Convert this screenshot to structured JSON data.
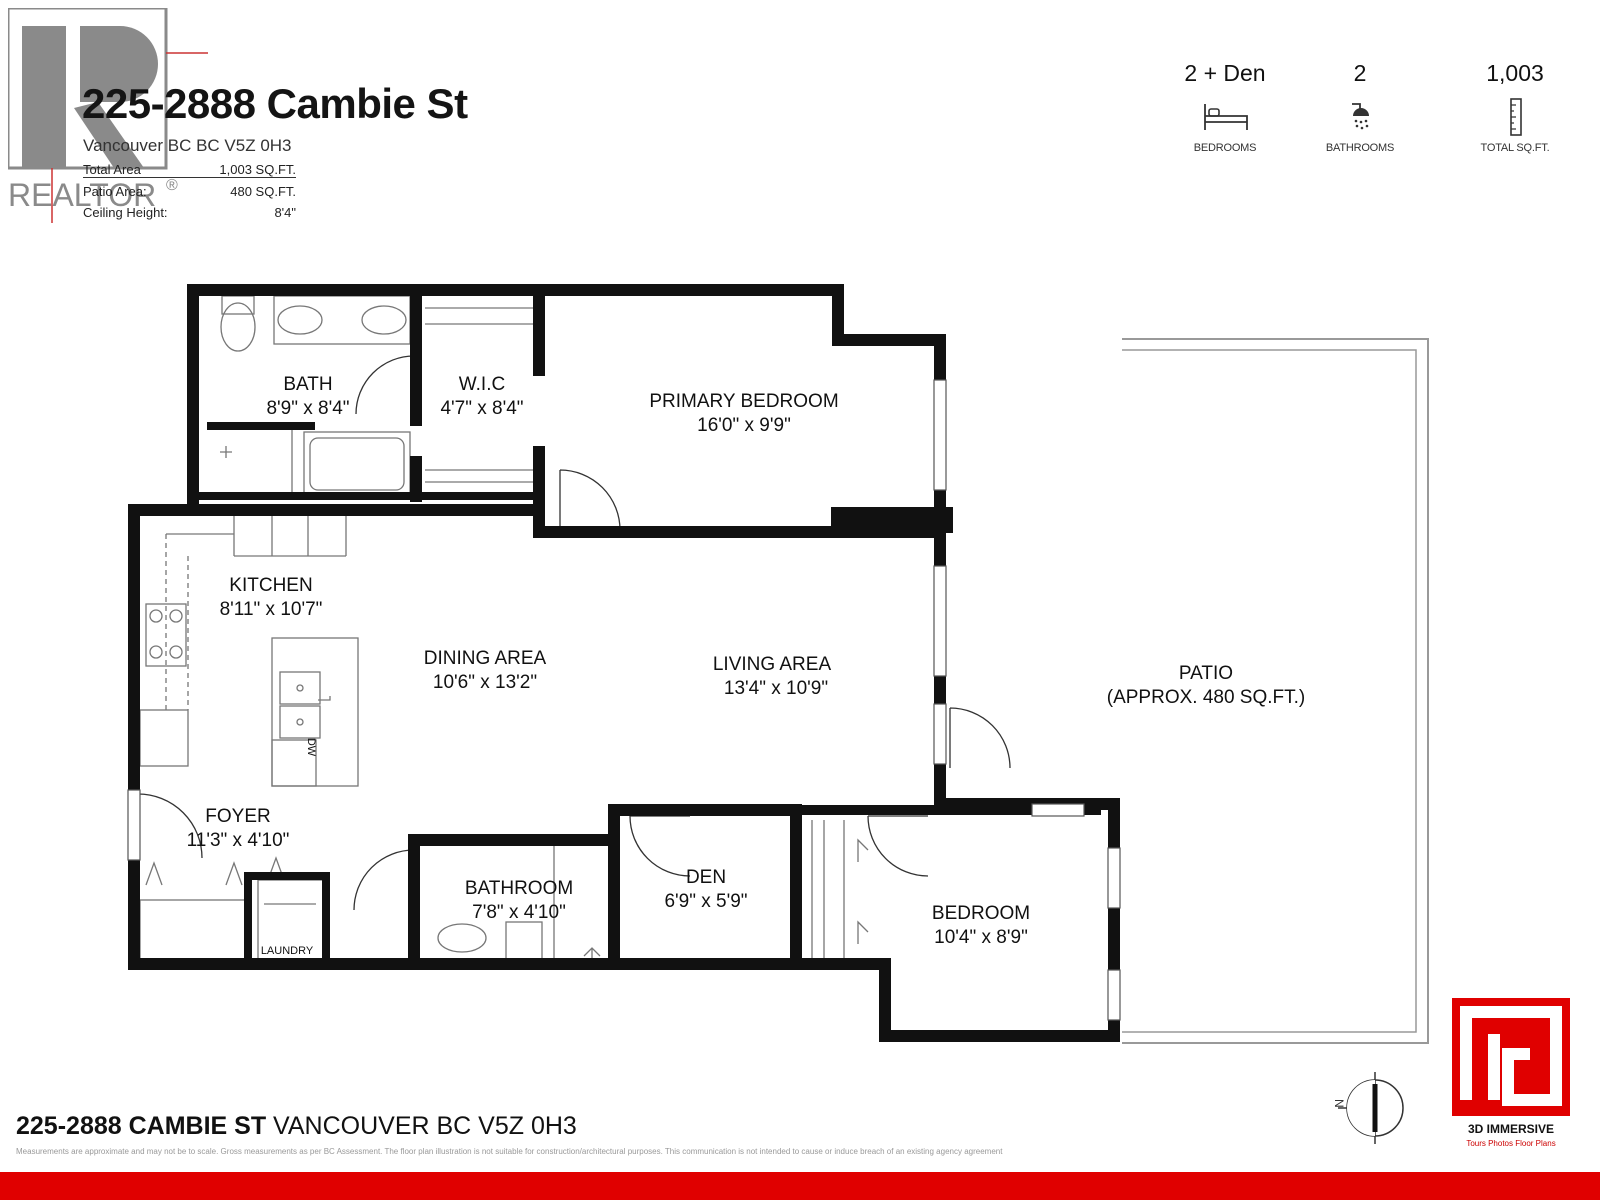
{
  "logo": {
    "text": "REALTOR",
    "mark": "®"
  },
  "property": {
    "title": "225-2888 Cambie St",
    "subtitle": "Vancouver BC BC V5Z 0H3",
    "specs": [
      {
        "label": "Total Area",
        "value": "1,003 SQ.FT."
      },
      {
        "label": "Patio Area:",
        "value": "480 SQ.FT."
      },
      {
        "label": "Ceiling Height:",
        "value": "8'4\""
      }
    ]
  },
  "stats": [
    {
      "value": "2 + Den",
      "label": "BEDROOMS",
      "icon": "bed-icon"
    },
    {
      "value": "2",
      "label": "BATHROOMS",
      "icon": "shower-icon"
    },
    {
      "value": "1,003",
      "label": "TOTAL SQ.FT.",
      "icon": "ruler-icon"
    }
  ],
  "rooms": {
    "bath": {
      "name": "BATH",
      "dims": "8'9\" x 8'4\""
    },
    "wic": {
      "name": "W.I.C",
      "dims": "4'7\" x 8'4\""
    },
    "primary_bedroom": {
      "name": "PRIMARY BEDROOM",
      "dims": "16'0\" x 9'9\""
    },
    "kitchen": {
      "name": "KITCHEN",
      "dims": "8'11\" x 10'7\""
    },
    "dining": {
      "name": "DINING AREA",
      "dims": "10'6\" x 13'2\""
    },
    "living": {
      "name": "LIVING AREA",
      "dims": "13'4\" x 10'9\""
    },
    "patio": {
      "name": "PATIO",
      "dims": "(APPROX. 480 SQ.FT.)"
    },
    "foyer": {
      "name": "FOYER",
      "dims": "11'3\" x 4'10\""
    },
    "bathroom": {
      "name": "BATHROOM",
      "dims": "7'8\" x 4'10\""
    },
    "den": {
      "name": "DEN",
      "dims": "6'9\" x 5'9\""
    },
    "bedroom": {
      "name": "BEDROOM",
      "dims": "10'4\" x 8'9\""
    },
    "laundry": {
      "name": "LAUNDRY"
    },
    "dishwasher": {
      "name": "DW"
    }
  },
  "compass": {
    "north": "N"
  },
  "footer": {
    "address_bold": "225-2888 CAMBIE ST",
    "address_rest": " VANCOUVER BC V5Z 0H3",
    "disclaimer": "Measurements are approximate and may not be to scale. Gross measurements as per BC Assessment. The floor plan illustration is not suitable for construction/architectural purposes. This communication is not intended to cause or induce breach of an existing agency agreement"
  },
  "brand": {
    "name": "3D IMMERSIVE",
    "tagline": "Tours  Photos  Floor Plans"
  },
  "colors": {
    "wall": "#111111",
    "brand_red": "#e00000",
    "logo_grey": "#8a8a8a"
  }
}
